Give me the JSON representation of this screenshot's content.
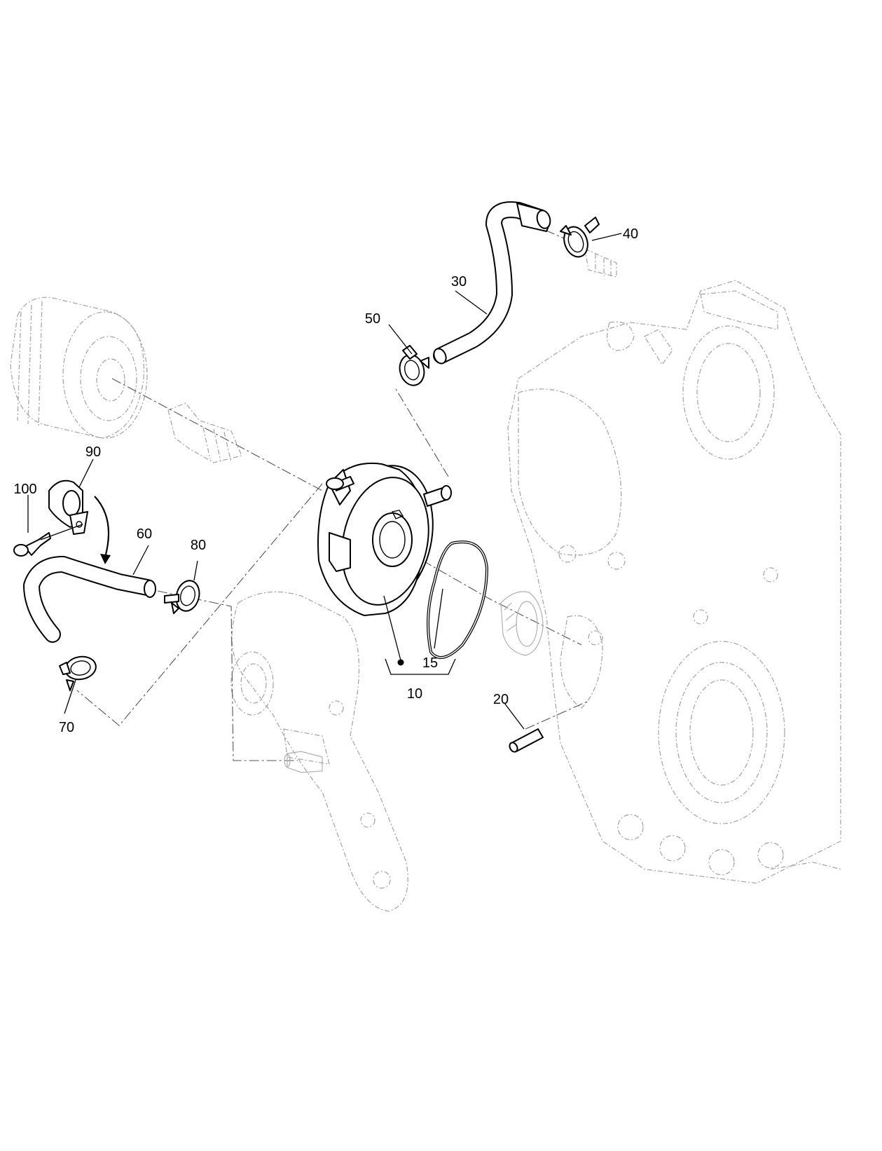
{
  "callouts": {
    "c10": "10",
    "c15": "15",
    "c20": "20",
    "c30": "30",
    "c40": "40",
    "c50": "50",
    "c60": "60",
    "c70": "70",
    "c80": "80",
    "c90": "90",
    "c100": "100"
  },
  "colors": {
    "line": "#000000",
    "ghost": "#a8a8a8",
    "background": "#ffffff"
  }
}
